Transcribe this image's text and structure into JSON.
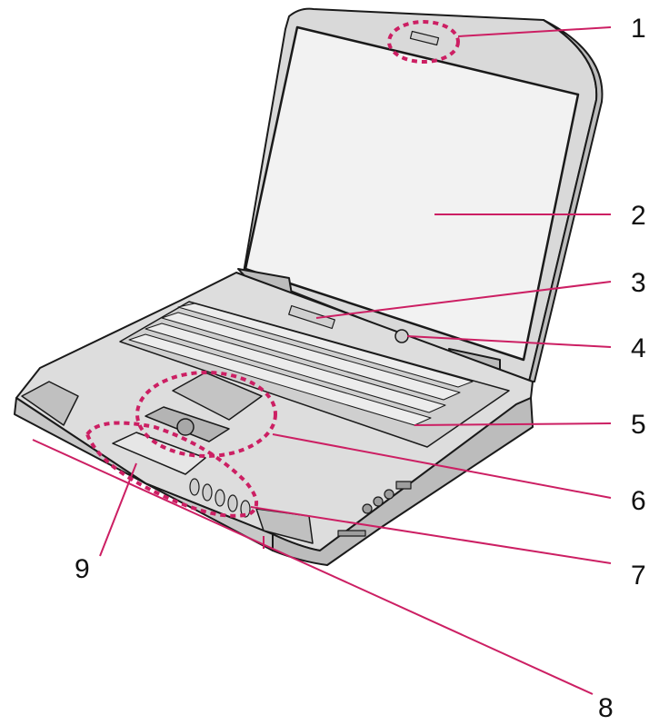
{
  "colors": {
    "leader_line": "#cc1f63",
    "highlight_dash": "#cc1f63",
    "outline": "#1a1a1a",
    "body_fill": "#d9d9d9",
    "body_dark": "#bcbcbc",
    "screen_fill": "#f2f2f2",
    "key_fill": "#ececec"
  },
  "callouts": [
    {
      "id": "1",
      "label": "1"
    },
    {
      "id": "2",
      "label": "2"
    },
    {
      "id": "3",
      "label": "3"
    },
    {
      "id": "4",
      "label": "4"
    },
    {
      "id": "5",
      "label": "5"
    },
    {
      "id": "6",
      "label": "6"
    },
    {
      "id": "7",
      "label": "7"
    },
    {
      "id": "8",
      "label": "8"
    },
    {
      "id": "9",
      "label": "9"
    }
  ]
}
